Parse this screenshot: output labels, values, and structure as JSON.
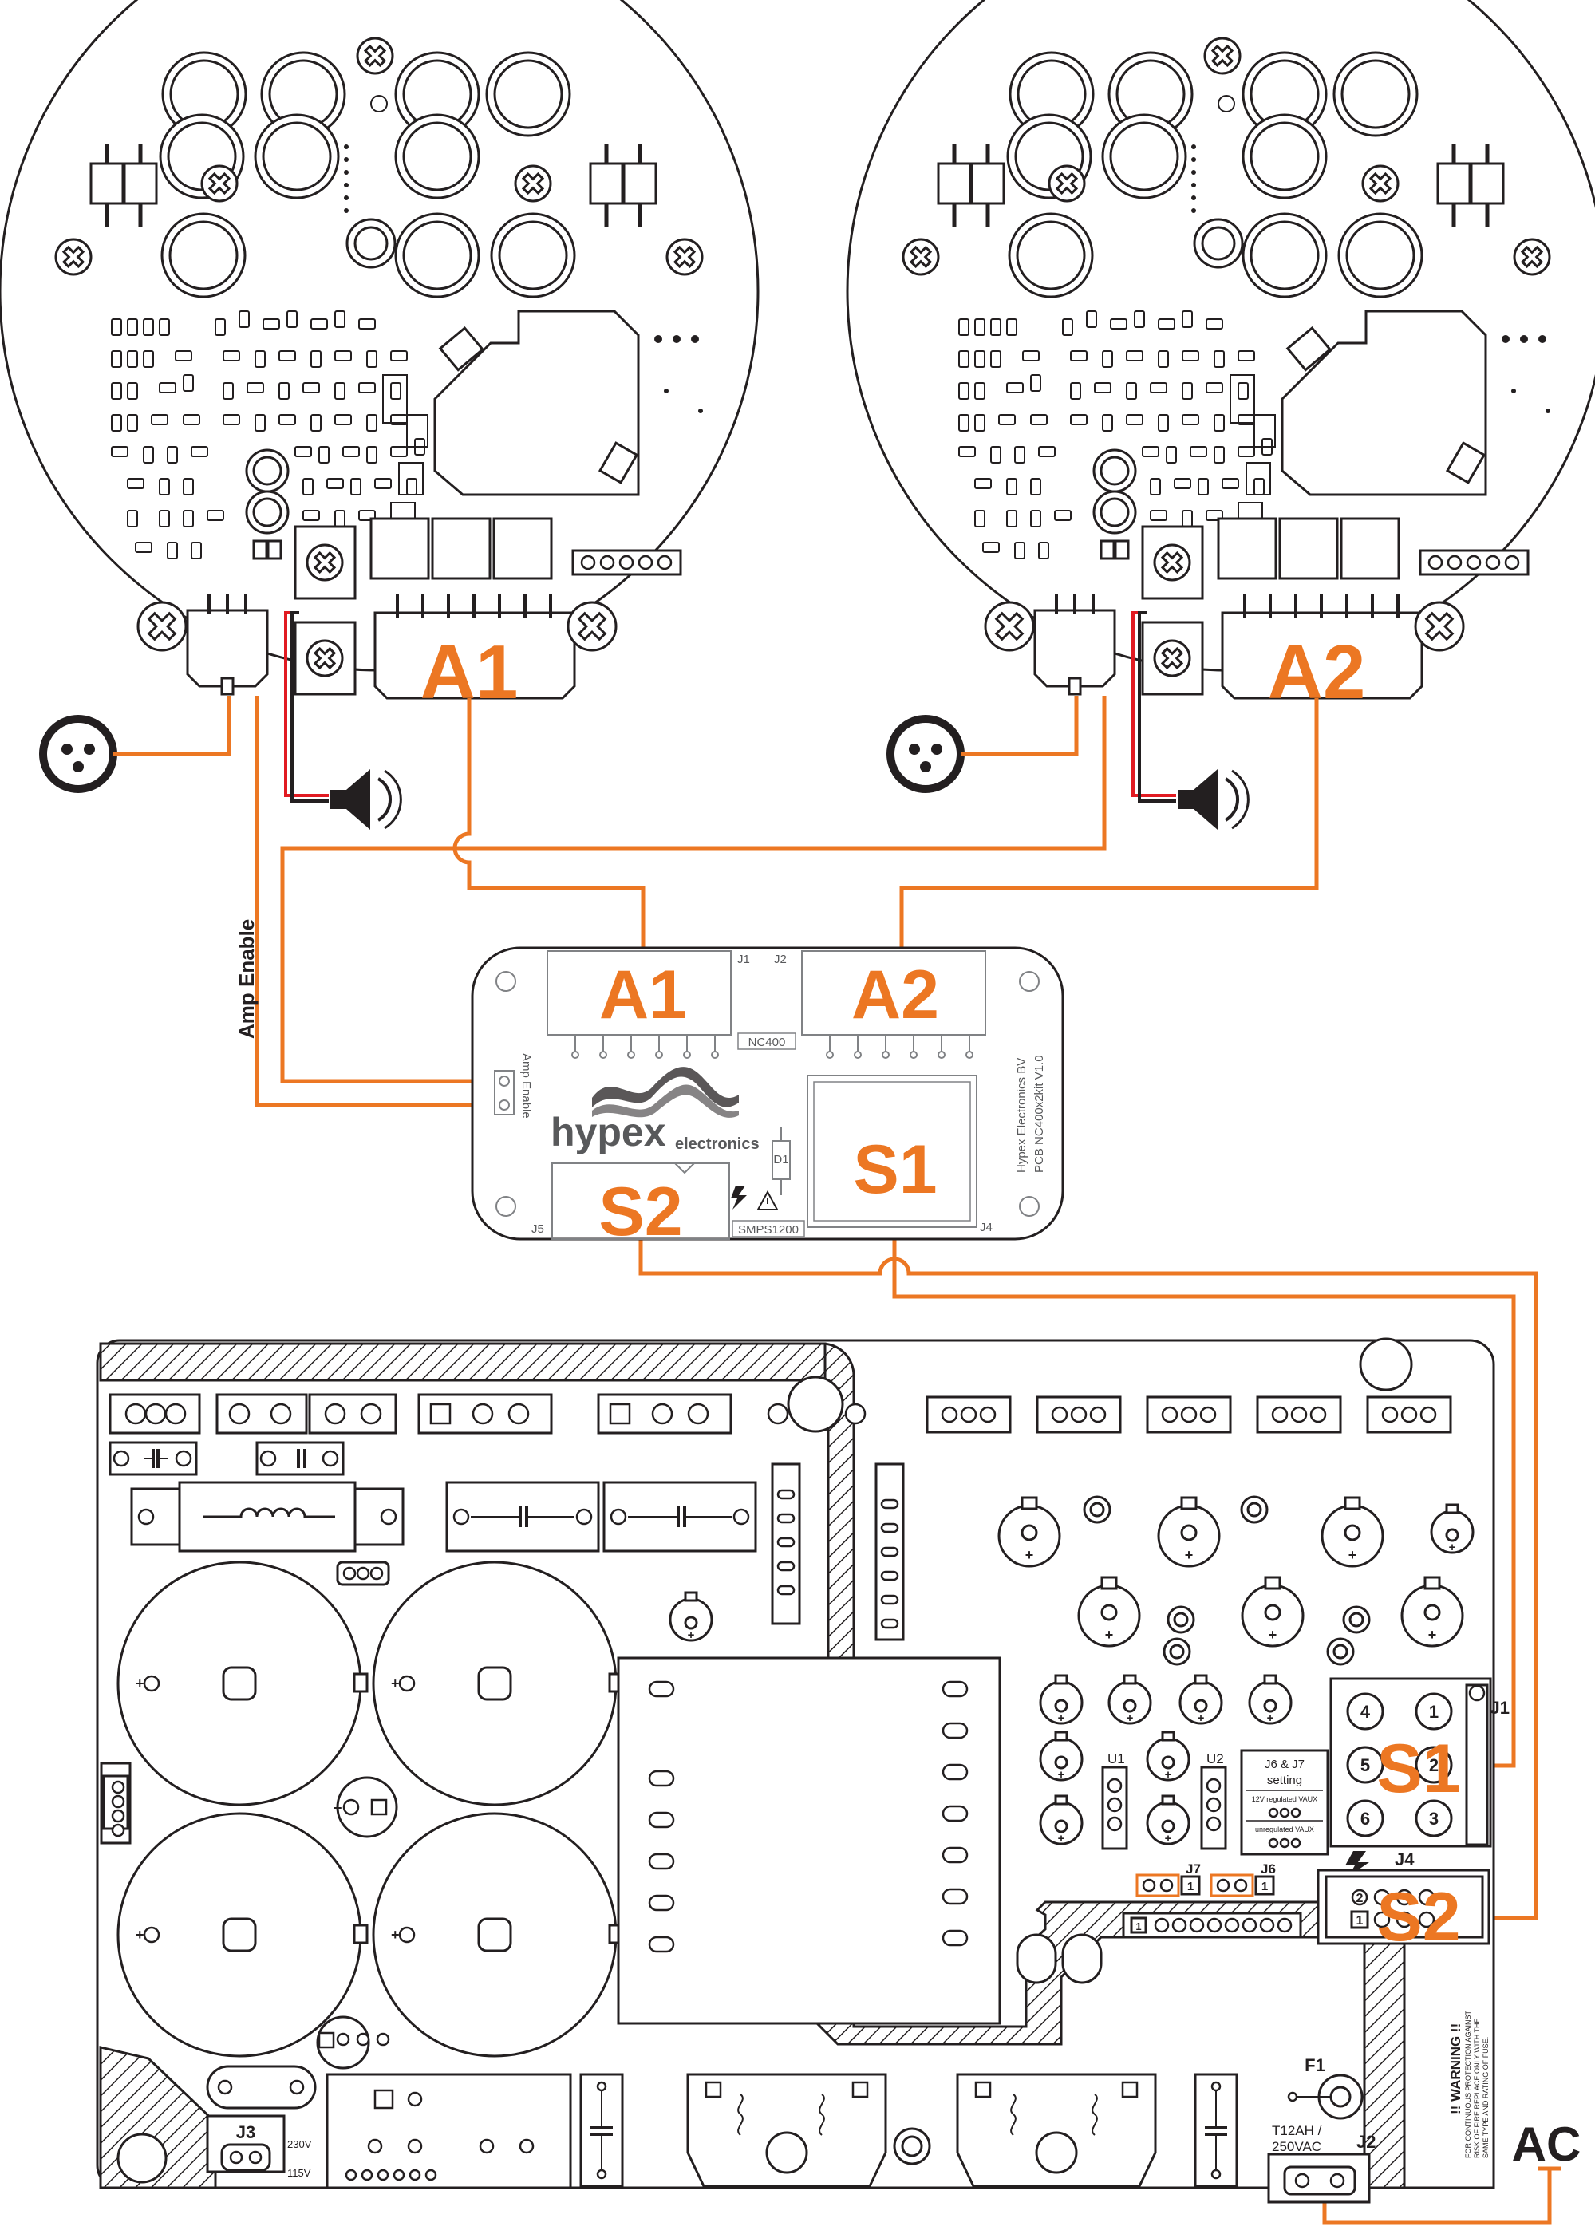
{
  "amp_boards": [
    {
      "label": "A1"
    },
    {
      "label": "A2"
    }
  ],
  "wire_labels": {
    "amp_enable": "Amp Enable",
    "ac": "AC"
  },
  "controller_board": {
    "connector_labels": {
      "a1": "A1",
      "a2": "A2",
      "s1": "S1",
      "s2": "S2"
    },
    "silkscreen": {
      "j1": "J1",
      "j2": "J2",
      "j4": "J4",
      "j5": "J5",
      "nc400": "NC400",
      "smps": "SMPS1200",
      "amp_enable": "Amp Enable",
      "d1": "D1",
      "pcb_line1": "Hypex Electronics BV",
      "pcb_line2": "PCB NC400x2kit V1.0"
    },
    "logo": {
      "word": "hypex",
      "sub": "electronics"
    }
  },
  "psu_board": {
    "connector_labels": {
      "s1": "S1",
      "s2": "S2"
    },
    "j1": "J1",
    "j2": "J2",
    "j3": "J3",
    "j4": "J4",
    "j6": "J6",
    "j7": "J7",
    "u1": "U1",
    "u2": "U2",
    "f1": "F1",
    "fuse_line1": "T12AH /",
    "fuse_line2": "250VAC",
    "voltage_230": "230V",
    "voltage_115": "115V",
    "setting_title1": "J6 & J7",
    "setting_title2": "setting",
    "setting_regulated": "12V regulated VAUX",
    "setting_unregulated": "unregulated VAUX",
    "j1_pins": [
      "4",
      "1",
      "5",
      "2",
      "6",
      "3"
    ],
    "j4_pins": [
      "2",
      "1"
    ],
    "pin_one": "1",
    "warning_title": "!! WARNING !!",
    "warning_line1": "FOR CONTINUOUS PROTECTION AGAINST",
    "warning_line2": "RISK OF FIRE REPLACE ONLY WITH THE",
    "warning_line3": "SAME TYPE AND RATING OF FUSE."
  },
  "colors": {
    "wire": "#ec7723",
    "outline": "#231f20",
    "speaker_plus": "#e11b22"
  },
  "icons": [
    "xlr-connector-icon",
    "speaker-icon",
    "warning-triangle-icon",
    "hv-lightning-icon"
  ]
}
